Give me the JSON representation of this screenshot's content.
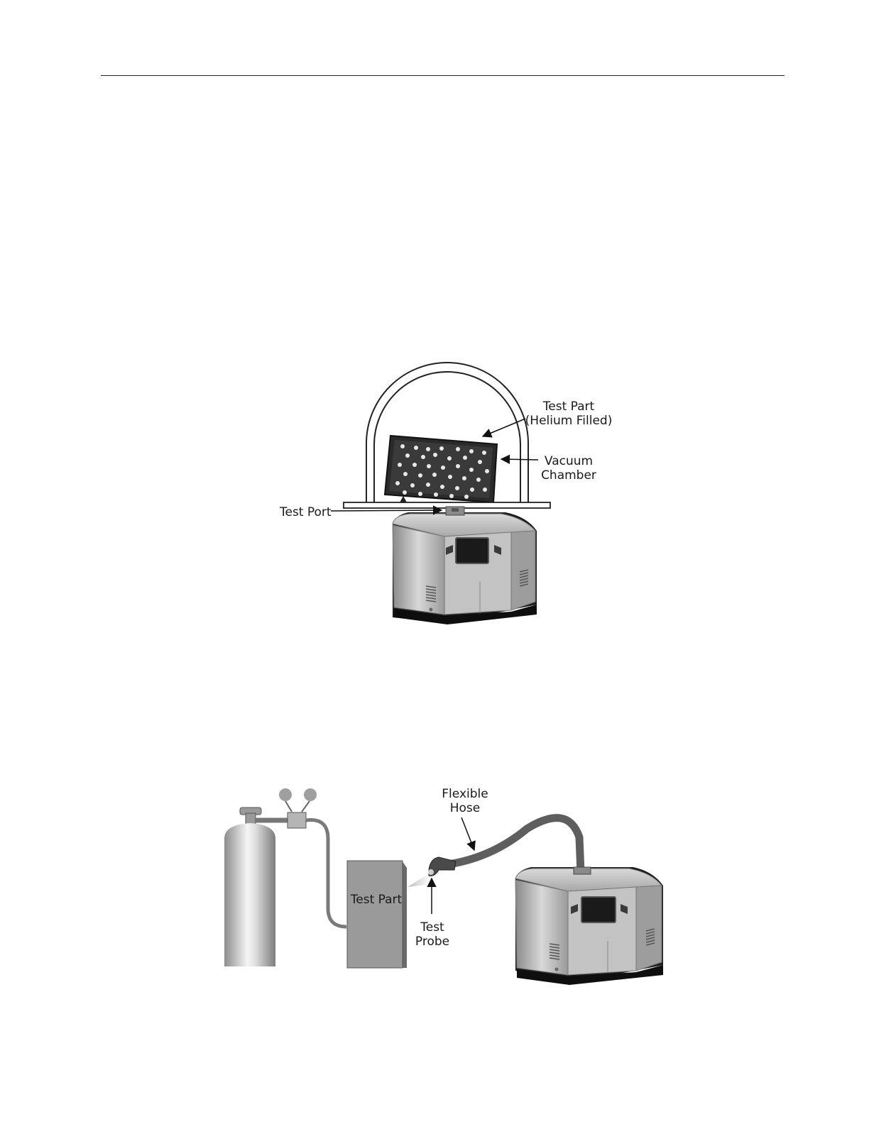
{
  "figure1": {
    "labels": {
      "test_part_line1": "Test Part",
      "test_part_line2": "(Helium Filled)",
      "vacuum_line1": "Vacuum",
      "vacuum_line2": "Chamber",
      "test_port": "Test Port"
    }
  },
  "figure2": {
    "labels": {
      "flexible_line1": "Flexible",
      "flexible_line2": "Hose",
      "test_part": "Test Part",
      "probe_line1": "Test",
      "probe_line2": "Probe"
    }
  }
}
